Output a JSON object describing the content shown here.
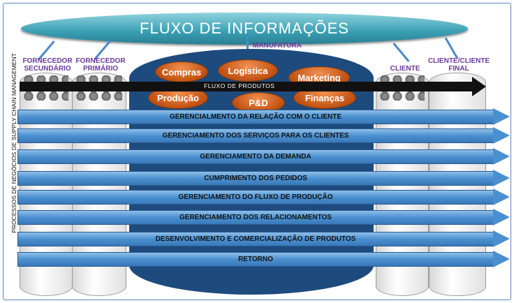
{
  "title": "FLUXO DE INFORMAÇÕES",
  "side_label": "PROCESSOS DE NEGÓCIOS DE SUPPLY CHAIN MANAGEMENT",
  "actors": {
    "fornecedor_secundario": "FORNECEDOR SECUNDÁRIO",
    "fornecedor_primario": "FORNECEDOR PRIMÁRIO",
    "manufatura": "MANUFATURA",
    "cliente": "CLIENTE",
    "cliente_final": "CLIENTE/CLIENTE FINAL"
  },
  "functions": [
    "Compras",
    "Logística",
    "Marketing",
    "Produção",
    "P&D",
    "Finanças"
  ],
  "product_flow": "FLUXO DE PRODUTOS",
  "processes": [
    "GERENCIALMENTO DA RELAÇÃO COM  O CLIENTE",
    "GERENCIAMENTO DOS SERVIÇOS PARA OS CLIENTES",
    "GERENCIAMENTO DA DEMANDA",
    "CUMPRIMENTO DOS PEDIDOS",
    "GERENCIAMENTO DO FLUXO DE PRODUÇÃO",
    "GERENCIAMENTO DOS RELACIONAMENTOS",
    "DESENVOLVIMENTO E COMERCIALIZAÇÃO DE PRODUTOS",
    "RETORNO"
  ]
}
